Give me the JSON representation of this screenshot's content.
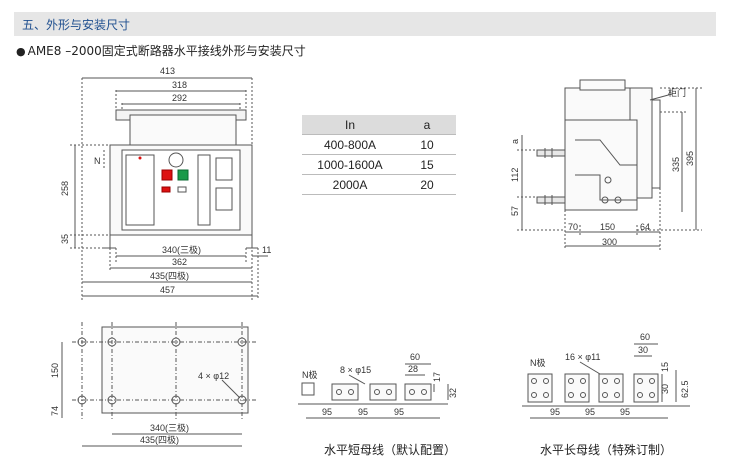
{
  "section": {
    "title": "五、外形与安装尺寸"
  },
  "subtitle": {
    "bullet": "●",
    "text": "AME8 –2000固定式断路器水平接线外形与安装尺寸"
  },
  "front_view": {
    "dims": [
      "413",
      "318",
      "292",
      "258",
      "35",
      "340(三极)",
      "362",
      "435(四极)",
      "457",
      "11"
    ],
    "label_n": "N"
  },
  "table": {
    "headers": [
      "In",
      "a"
    ],
    "rows": [
      [
        "400-800A",
        "10"
      ],
      [
        "1000-1600A",
        "15"
      ],
      [
        "2000A",
        "20"
      ]
    ]
  },
  "side_view": {
    "dims": [
      "a",
      "112",
      "57",
      "335",
      "395",
      "70",
      "150",
      "64",
      "300"
    ],
    "label_door": "柜门"
  },
  "mount_view": {
    "dims": [
      "150",
      "74",
      "4 × φ12",
      "340(三极)",
      "435(四极)"
    ]
  },
  "short_busbar": {
    "label_n": "N极",
    "hole_label": "8 × φ15",
    "dims": [
      "60",
      "28",
      "17",
      "32",
      "95",
      "95",
      "95"
    ],
    "caption": "水平短母线（默认配置）"
  },
  "long_busbar": {
    "label_n": "N极",
    "hole_label": "16 × φ11",
    "dims": [
      "60",
      "30",
      "15",
      "30",
      "62.5",
      "95",
      "95",
      "95"
    ],
    "caption": "水平长母线（特殊订制）"
  }
}
